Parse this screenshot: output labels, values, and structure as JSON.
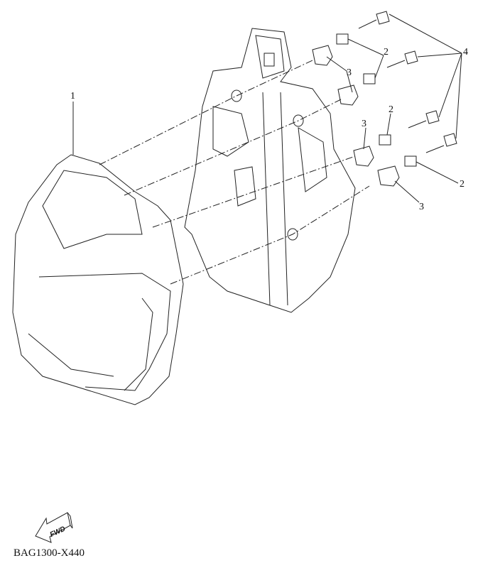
{
  "diagram": {
    "callouts": [
      "1",
      "2",
      "2",
      "2",
      "3",
      "3",
      "3",
      "4"
    ],
    "fwd_label": "FWD",
    "diagram_code": "BAG1300-X440"
  }
}
